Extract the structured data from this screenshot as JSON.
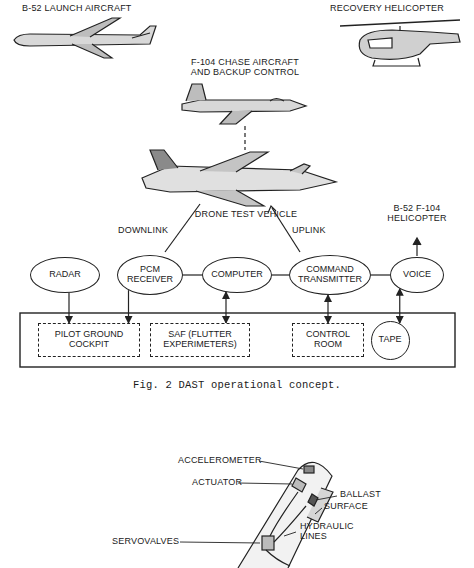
{
  "diagram": {
    "caption": "Fig. 2 DAST operational concept.",
    "nodes": [
      {
        "text": [
          "RADAR"
        ]
      },
      {
        "text": [
          "PCM RECEIVER"
        ]
      },
      {
        "text": [
          "COMPUTER"
        ]
      },
      {
        "text": [
          "COMMAND TRANSMITTER"
        ]
      },
      {
        "text": [
          "VOICE"
        ]
      },
      {
        "text": [
          "PILOT GROUND COCKPIT"
        ]
      },
      {
        "text": [
          "SAF (FLUTTER EXPERIMETERS)"
        ]
      },
      {
        "text": [
          "CONTROL ROOM"
        ]
      },
      {
        "text": [
          "TAPE"
        ]
      }
    ],
    "edges": [
      {
        "from": 0,
        "to": 5,
        "arrow": "to"
      },
      {
        "from": 1,
        "to": 5,
        "arrow": "to"
      },
      {
        "from": 1,
        "to": 2,
        "arrow": "none"
      },
      {
        "from": 2,
        "to": 6,
        "arrow": "both"
      },
      {
        "from": 2,
        "to": 3,
        "arrow": "none"
      },
      {
        "from": 3,
        "to": 7,
        "arrow": "both"
      },
      {
        "from": 3,
        "to": 4,
        "arrow": "none"
      },
      {
        "from": 4,
        "to": 8,
        "arrow": "both"
      }
    ],
    "labels": [
      "B-52 LAUNCH AIRCRAFT",
      "RECOVERY HELICOPTER",
      "F-104 CHASE AIRCRAFT AND BACKUP CONTROL",
      "DRONE TEST VEHICLE",
      "DOWNLINK",
      "UPLINK",
      "B-52 F-104 HELICOPTER",
      "ACCELEROMETER",
      "ACTUATOR",
      "BALLAST",
      "SURFACE",
      "SERVOVALVES",
      "HYDRAULIC LINES"
    ]
  }
}
